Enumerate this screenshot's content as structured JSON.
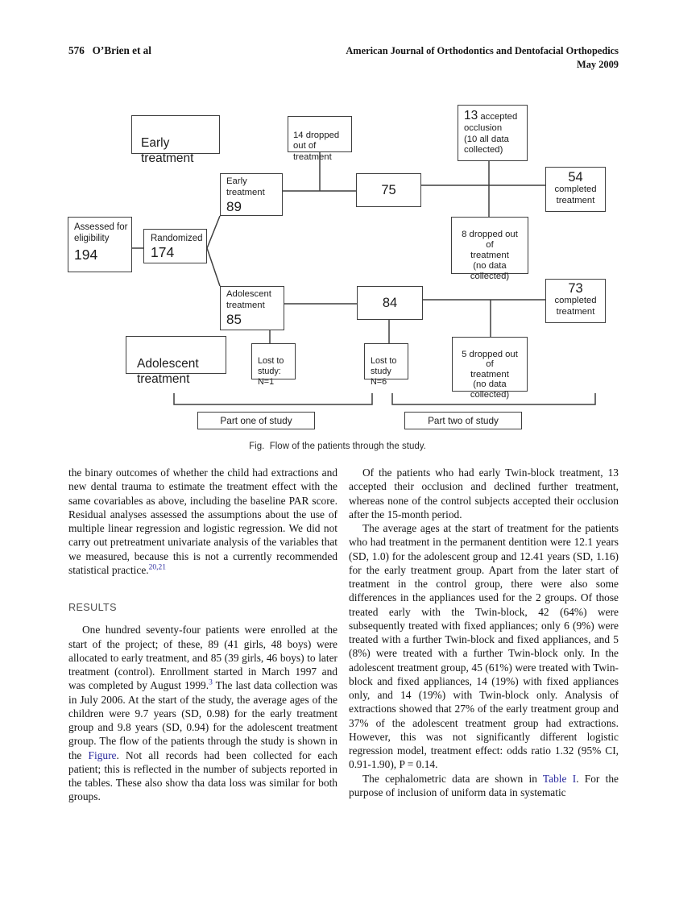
{
  "colors": {
    "link": "#2b2b9e",
    "line": "#3f3f3f"
  },
  "header": {
    "left": "576   O’Brien et al",
    "journal": "American Journal of Orthodontics and Dentofacial Orthopedics",
    "issue": "May 2009"
  },
  "figure": {
    "caption": "Fig.  Flow of the patients through the study.",
    "boxes": {
      "early_label": "Early\ntreatment",
      "dropped14": "14 dropped\nout of\ntreatment",
      "early89_label": "Early\ntreatment",
      "early89_n": "89",
      "n75": "75",
      "accepted13_n": "13",
      "accepted13_rest": " accepted",
      "accepted13_more": "occlusion\n(10 all data\ncollected)",
      "n54": "54",
      "n54_label": "completed\ntreatment",
      "assessed_label": "Assessed for\neligibility",
      "assessed_n": "194",
      "randomized_label": "Randomized",
      "randomized_n": "174",
      "dropped8": "8 dropped out\nof\ntreatment\n(no data\ncollected)",
      "adol85_label": "Adolescent\ntreatment",
      "adol85_n": "85",
      "n84": "84",
      "n73": "73",
      "n73_label": "completed\ntreatment",
      "adol_label": "Adolescent\ntreatment",
      "lost1": "Lost to\nstudy:\nN=1",
      "lost6": "Lost to\nstudy\nN=6",
      "dropped5": "5 dropped out\nof\ntreatment\n(no data\ncollected)",
      "part_one": "Part one of study",
      "part_two": "Part two of study"
    }
  },
  "article": {
    "left": {
      "p1_text": "the binary outcomes of whether the child had extractions and new dental trauma to estimate the treatment effect with the same covariables as above, including the baseline PAR score. Residual analyses assessed the assumptions about the use of multiple linear regression and logistic regression. We did not carry out pretreatment univariate analysis of the variables that we measured, because this is not a currently recommended statistical practice.",
      "p1_ref": "20,21",
      "heading": "RESULTS",
      "p2_a": "One hundred seventy-four patients were enrolled at the start of the project; of these, 89 (41 girls, 48 boys) were allocated to early treatment, and 85 (39 girls, 46 boys) to later treatment (control). Enrollment started in March 1997 and was completed by August 1999.",
      "p2_ref": "3",
      "p2_b": " The last data collection was in July 2006. At the start of the study, the average ages of the children were 9.7 years (SD, 0.98) for the early treatment group and 9.8 years (SD, 0.94) for the adolescent treatment group. The flow of the patients through the study is shown in the ",
      "p2_link": "Figure",
      "p2_c": ". Not all records had been collected for each patient; this is reflected in the number of subjects reported in the tables. These also show tha data loss was similar for both groups."
    },
    "right": {
      "p1": "Of the patients who had early Twin-block treatment, 13 accepted their occlusion and declined further treatment, whereas none of the control subjects accepted their occlusion after the 15-month period.",
      "p2": "The average ages at the start of treatment for the patients who had treatment in the permanent dentition were 12.1 years (SD, 1.0) for the adolescent group and 12.41 years (SD, 1.16) for the early treatment group. Apart from the later start of treatment in the control group, there were also some differences in the appliances used for the 2 groups. Of those treated early with the Twin-block, 42 (64%) were subsequently treated with fixed appliances; only 6 (9%) were treated with a further Twin-block and fixed appliances, and 5 (8%) were treated with a further Twin-block only. In the adolescent treatment group, 45 (61%) were treated with Twin-block and fixed appliances, 14 (19%) with fixed appliances only, and 14 (19%) with Twin-block only. Analysis of extractions showed that 27% of the early treatment group and 37% of the adolescent treatment group had extractions. However, this was not significantly different logistic regression model, treatment effect: odds ratio 1.32 (95% CI, 0.91-1.90), P = 0.14.",
      "p3_a": "The cephalometric data are shown in ",
      "p3_link": "Table I",
      "p3_b": ". For the purpose of inclusion of uniform data in systematic"
    }
  }
}
